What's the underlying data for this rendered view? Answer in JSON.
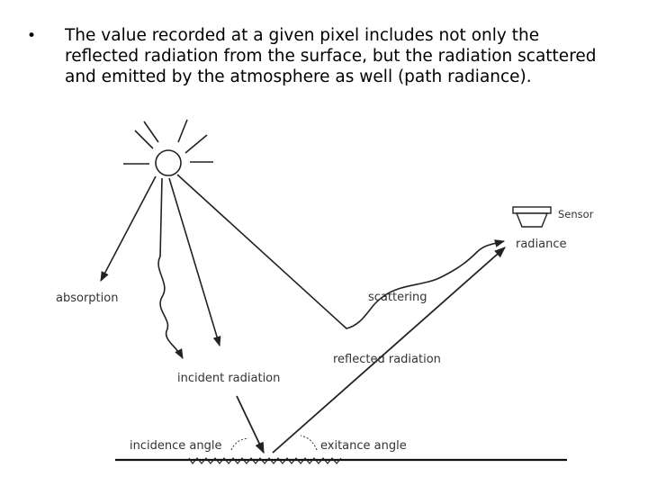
{
  "slide": {
    "bullet_symbol": "•",
    "bullet_text": "The value recorded at a given pixel includes not only the reflected radiation from the surface, but the radiation scattered and emitted by the atmosphere as well (path radiance)."
  },
  "diagram": {
    "labels": {
      "sensor": "Sensor",
      "radiance": "radiance",
      "absorption": "absorption",
      "scattering": "scattering",
      "reflected_radiation": "reflected radiation",
      "incident_radiation": "incident radiation",
      "incidence_angle": "incidence angle",
      "exitance_angle": "exitance angle"
    }
  }
}
